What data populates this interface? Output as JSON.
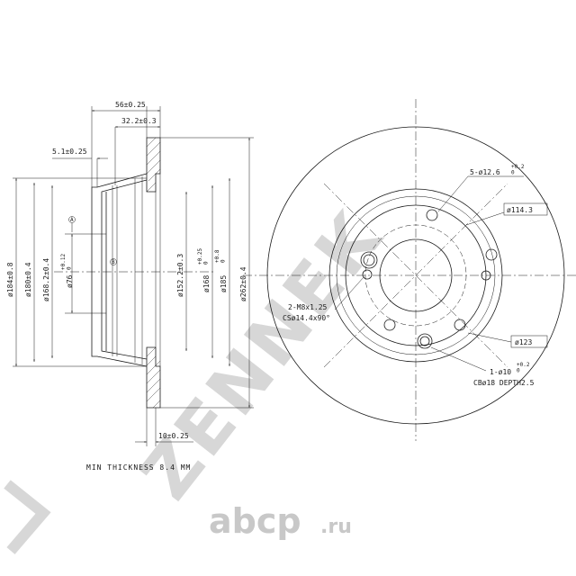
{
  "watermark": {
    "brand": "ZENNEK"
  },
  "footer_logo": {
    "name": "abcp",
    "domain": ".ru"
  },
  "section_view": {
    "top_dims": {
      "overall_hat": "56±0.25",
      "hat_depth": "32.2±0.3",
      "flange_offset": "5.1±0.25"
    },
    "markers": {
      "a": "A",
      "b": "B"
    },
    "left_dims": {
      "d184": "ø184±0.8",
      "d180": "ø180±0.4",
      "d168": "ø168.2±0.4",
      "d76": "ø76",
      "d76_tol": "+0.12\n0"
    },
    "right_dims": {
      "d152": "ø152.2±0.3",
      "d168": "ø168",
      "d168_tol": "+0.25\n0",
      "d185": "ø185",
      "d185_tol": "+0.8\n0",
      "d262": "ø262±0.4"
    },
    "bottom_dim": "10±0.25",
    "min_thickness": "MIN THICKNESS 8.4 MM"
  },
  "front_view": {
    "holes_5": "5-ø12.6",
    "holes_5_tol": "+0.2\n0",
    "pcd": "ø114.3",
    "thread_holes": "2-M8x1.25",
    "thread_cs": "CSø14.4x90°",
    "center_bore": "ø123",
    "cb_hole": "1-ø10",
    "cb_hole_tol": "+0.2\n0",
    "cb_depth": "CBø18 DEPTH2.5"
  }
}
